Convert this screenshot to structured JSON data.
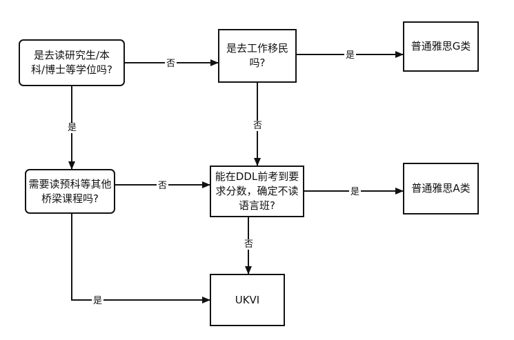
{
  "nodes": {
    "q1": "是去读研究生/本\n科/博士等学位吗?",
    "q2": "是去工作移民\n吗?",
    "g": "普通雅思G类",
    "q3": "需要读预科等其他\n桥梁课程吗?",
    "q4": "能在DDL前考到要\n求分数，确定不读\n语言班?",
    "a": "普通雅思A类",
    "ukvi": "UKVI"
  },
  "edges": {
    "q1_q2": "否",
    "q2_g": "是",
    "q1_q3": "是",
    "q2_q4": "否",
    "q3_q4": "否",
    "q4_a": "是",
    "q4_ukvi": "否",
    "q3_ukvi": "是"
  }
}
